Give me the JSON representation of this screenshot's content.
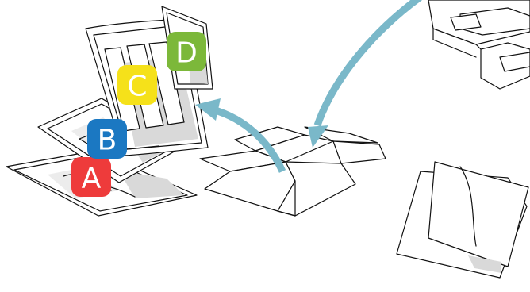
{
  "colors": {
    "arrow": "#7ab8c9",
    "outline": "#111111",
    "shade": "#d9d9d9",
    "paper": "#ffffff"
  },
  "bags": [
    {
      "letter": "A",
      "color": "#ee3b3b"
    },
    {
      "letter": "B",
      "color": "#1b78c2"
    },
    {
      "letter": "C",
      "color": "#f5e11a"
    },
    {
      "letter": "D",
      "color": "#7cb83a"
    }
  ],
  "items": {
    "box": "open-cardboard-box",
    "cloth": "folded-cloth",
    "machine": "machine-part",
    "arrow_in": "arrow-into-box",
    "arrow_out": "arrow-out-of-box"
  }
}
